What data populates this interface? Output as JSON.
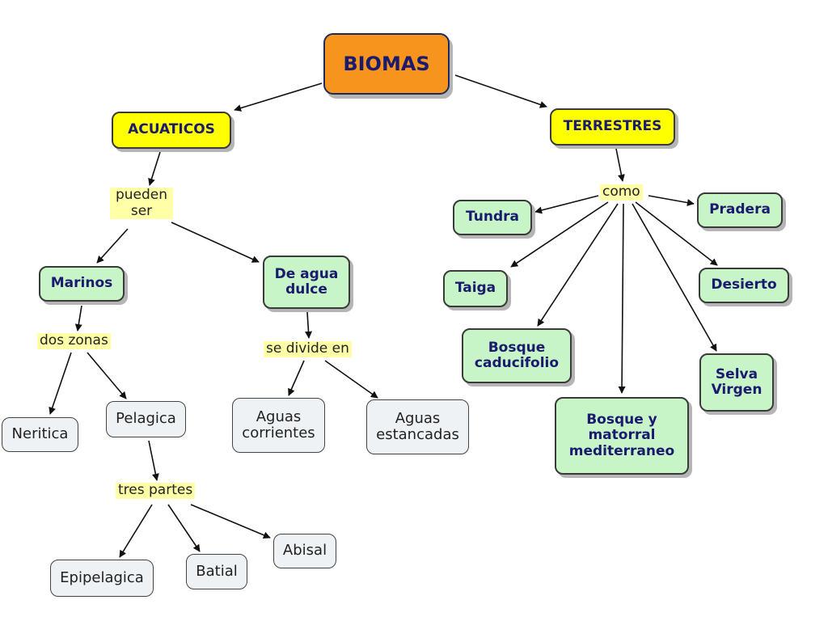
{
  "concept_map": {
    "root": "BIOMAS",
    "categories": {
      "acuaticos": "ACUATICOS",
      "terrestres": "TERRESTRES"
    },
    "linking_phrases": {
      "pueden_ser": "pueden\nser",
      "dos_zonas": "dos zonas",
      "se_divide_en": "se divide en",
      "tres_partes": "tres partes",
      "como": "como"
    },
    "aquatic": {
      "marinos": "Marinos",
      "agua_dulce": "De agua\ndulce",
      "neritica": "Neritica",
      "pelagica": "Pelagica",
      "aguas_corrientes": "Aguas\ncorrientes",
      "aguas_estancadas": "Aguas\nestancadas",
      "epipelagica": "Epipelagica",
      "batial": "Batial",
      "abisal": "Abisal"
    },
    "terrestrial": {
      "tundra": "Tundra",
      "pradera": "Pradera",
      "taiga": "Taiga",
      "desierto": "Desierto",
      "bosque_caducifolio": "Bosque\ncaducifolio",
      "selva_virgen": "Selva\nVirgen",
      "bosque_mediterraneo": "Bosque y\nmatorral\nmediterraneo"
    }
  }
}
